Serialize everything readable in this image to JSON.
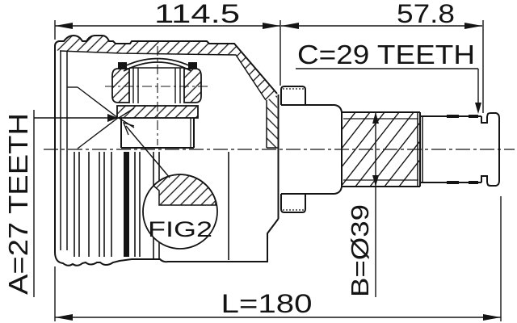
{
  "drawing": {
    "background_color": "#ffffff",
    "line_color": "#141414",
    "dim_housing_width": "114.5",
    "dim_shaft_section": "57.8",
    "label_spline_c": "C=29 TEETH",
    "label_spline_a": "A=27 TEETH",
    "label_diameter_b": "B=Ø39",
    "label_detail": "FIG2",
    "dim_overall_length": "L=180"
  }
}
